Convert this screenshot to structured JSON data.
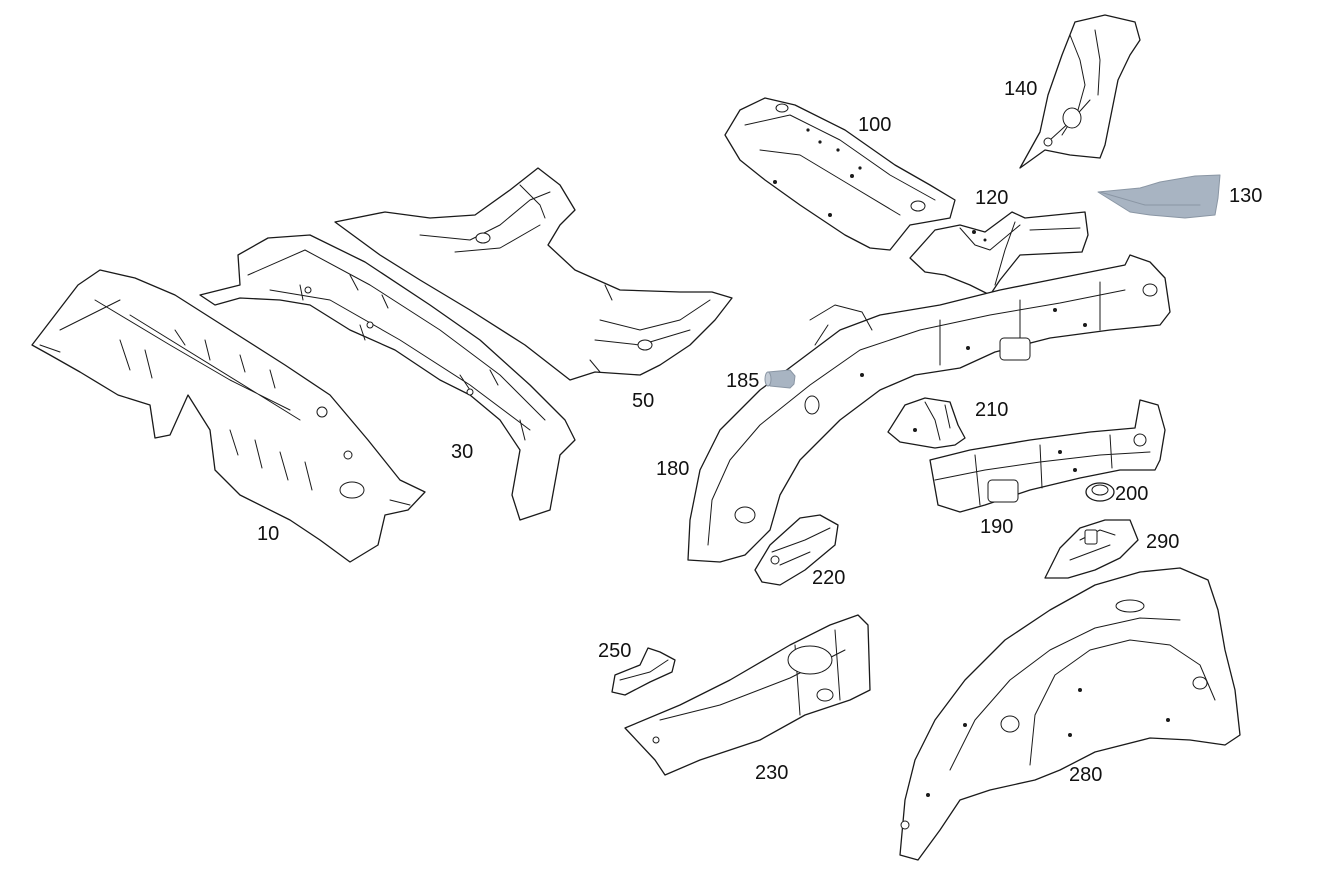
{
  "colors": {
    "line": "#1a1a1a",
    "fill": "#ffffff",
    "highlight_fill": "#a8b4c2",
    "highlight_stroke": "#8a96a4"
  },
  "callouts": {
    "p10": "10",
    "p30": "30",
    "p50": "50",
    "p100": "100",
    "p120": "120",
    "p130": "130",
    "p140": "140",
    "p180": "180",
    "p185": "185",
    "p190": "190",
    "p200": "200",
    "p210": "210",
    "p220": "220",
    "p230": "230",
    "p250": "250",
    "p280": "280",
    "p290": "290"
  },
  "highlighted_parts": [
    "130",
    "185"
  ]
}
